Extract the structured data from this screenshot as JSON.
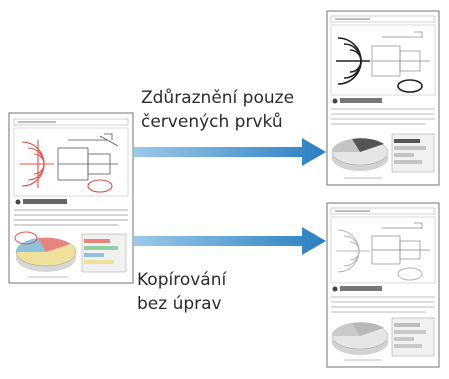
{
  "labels": {
    "emphasize_line1": "Zdůraznění pouze",
    "emphasize_line2": "červených prvků",
    "copy_line1": "Kopírování",
    "copy_line2": "bez úprav"
  },
  "colors": {
    "arrow": "#2a7fc1",
    "red_ink": "#e0524a",
    "page_border": "#8a8a8a",
    "pie_blue": "#8fc1de",
    "pie_yellow": "#efe09a",
    "pie_red": "#e9837e",
    "gray_dark": "#555555",
    "gray_light": "#c4c4c4"
  }
}
